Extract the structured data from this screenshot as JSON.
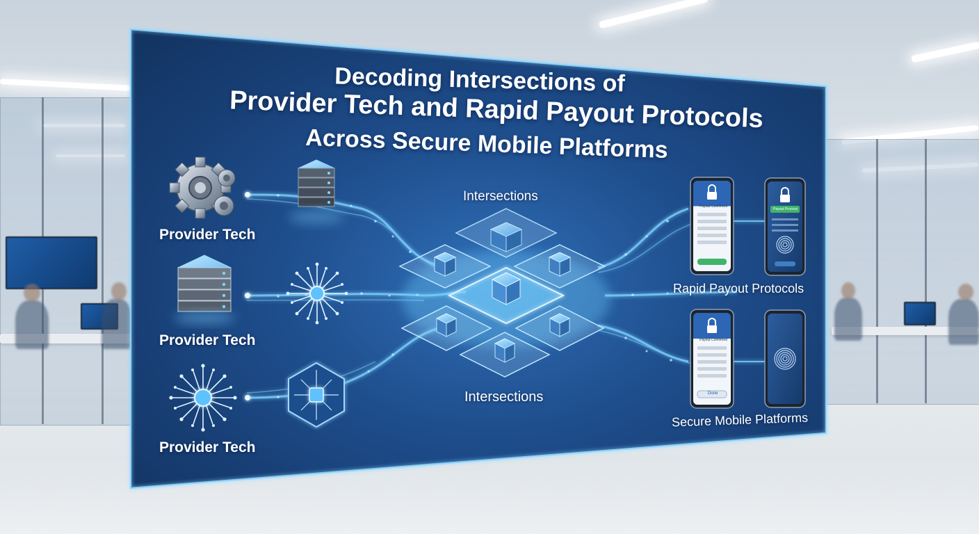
{
  "title": {
    "line1": "Decoding Intersections of",
    "line2": "Provider Tech and Rapid Payout Protocols",
    "line3": "Across Secure Mobile Platforms"
  },
  "left_column": [
    {
      "label": "Provider Tech",
      "icon": "gears-icon",
      "connector_icon": "server-stack-icon"
    },
    {
      "label": "Provider Tech",
      "icon": "server-stack-icon",
      "connector_icon": "circuit-chip-icon"
    },
    {
      "label": "Provider Tech",
      "icon": "circuit-chip-icon",
      "connector_icon": "hexagon-chip-icon"
    }
  ],
  "center": {
    "top_label": "Intersections",
    "bottom_label": "Intersections"
  },
  "right_column": [
    {
      "label": "Rapid Payout Protocols",
      "phone_a_title": "Payout Confirmed",
      "phone_b_title": "Payout Process"
    },
    {
      "label": "Secure Mobile Platforms",
      "phone_a_title": "Payout Confirmed",
      "phone_a_button": "Done"
    }
  ],
  "colors": {
    "panel_dark": "#12335f",
    "panel_mid": "#1f4f8e",
    "glow": "#7fd4ff",
    "phone_header": "#2a64b8",
    "confirm_green": "#3fb46a"
  }
}
